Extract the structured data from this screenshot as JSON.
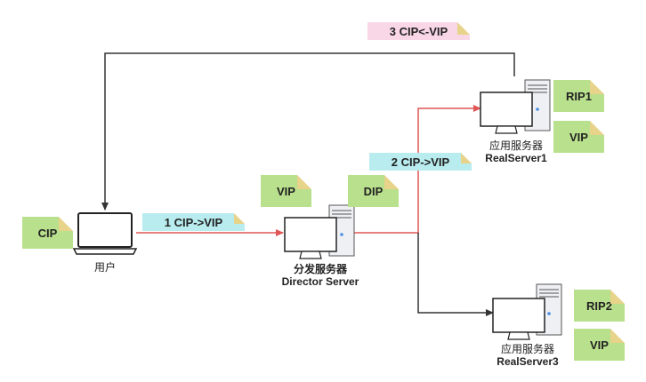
{
  "nodes": {
    "user": {
      "label": "用户"
    },
    "director": {
      "label": "分发服务器",
      "name": "Director Server"
    },
    "realserver1": {
      "label": "应用服务器",
      "name": "RealServer1"
    },
    "realserver3": {
      "label": "应用服务器",
      "name": "RealServer3"
    }
  },
  "notes": {
    "cip": "CIP",
    "director_vip": "VIP",
    "director_dip": "DIP",
    "rs1_rip": "RIP1",
    "rs1_vip": "VIP",
    "rs3_rip": "RIP2",
    "rs3_vip": "VIP"
  },
  "flows": {
    "step1": "1 CIP->VIP",
    "step2": "2 CIP->VIP",
    "step3": "3 CIP<-VIP"
  },
  "colors": {
    "request_arrow": "#e05555",
    "response_arrow": "#333333",
    "note_green": "#b9e08c",
    "note_cyan": "#b9ecef",
    "note_pink": "#f9d7e7"
  }
}
